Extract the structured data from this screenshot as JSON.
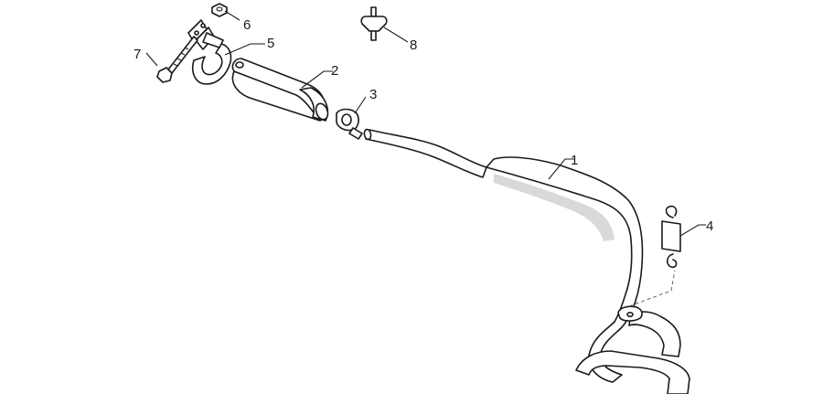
{
  "callouts": [
    {
      "id": "1",
      "label": "1"
    },
    {
      "id": "2",
      "label": "2"
    },
    {
      "id": "3",
      "label": "3"
    },
    {
      "id": "4",
      "label": "4"
    },
    {
      "id": "5",
      "label": "5"
    },
    {
      "id": "6",
      "label": "6"
    },
    {
      "id": "7",
      "label": "7"
    },
    {
      "id": "8",
      "label": "8"
    }
  ],
  "colors": {
    "line": "#1a1a1a",
    "background": "#ffffff",
    "shading": "#d9d9d9"
  }
}
